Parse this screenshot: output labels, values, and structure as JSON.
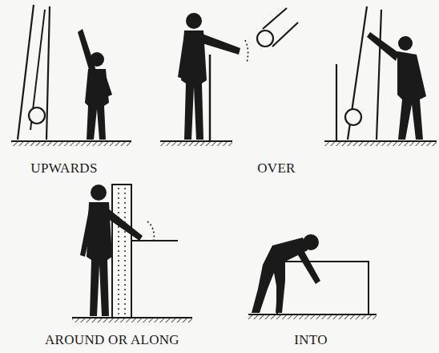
{
  "diagram": {
    "labels": [
      "UPWARDS",
      "OVER",
      "AROUND OR ALONG",
      "INTO"
    ]
  }
}
